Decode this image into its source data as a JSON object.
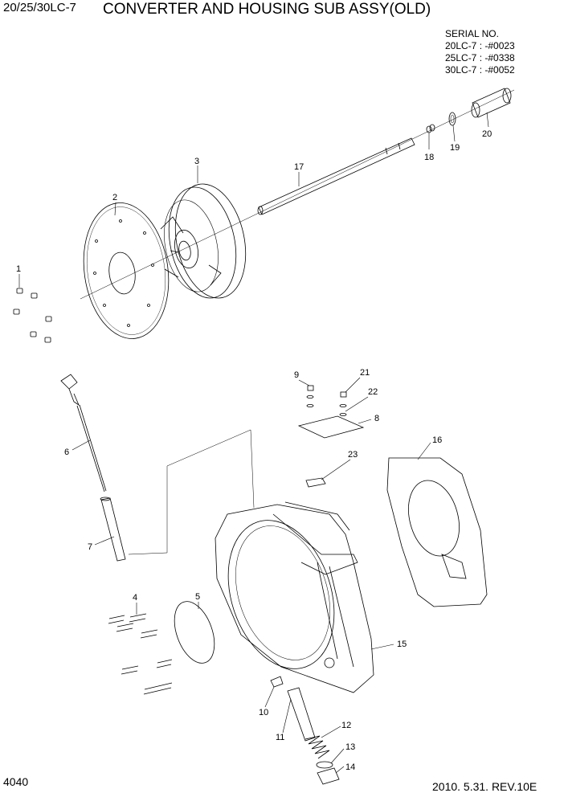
{
  "header": {
    "model": "20/25/30LC-7",
    "title": "CONVERTER AND HOUSING SUB ASSY(OLD)"
  },
  "serial": {
    "heading": "SERIAL NO.",
    "lines": [
      "20LC-7 : -#0023",
      "25LC-7 : -#0338",
      "30LC-7 : -#0052"
    ]
  },
  "footer": {
    "page": "4040",
    "revision": "2010. 5.31.  REV.10E"
  },
  "callouts": {
    "c1": "1",
    "c2": "2",
    "c3": "3",
    "c4": "4",
    "c5": "5",
    "c6": "6",
    "c7": "7",
    "c8": "8",
    "c9": "9",
    "c10": "10",
    "c11": "11",
    "c12": "12",
    "c13": "13",
    "c14": "14",
    "c15": "15",
    "c16": "16",
    "c17": "17",
    "c18": "18",
    "c19": "19",
    "c20": "20",
    "c21": "21",
    "c22": "22",
    "c23": "23"
  }
}
